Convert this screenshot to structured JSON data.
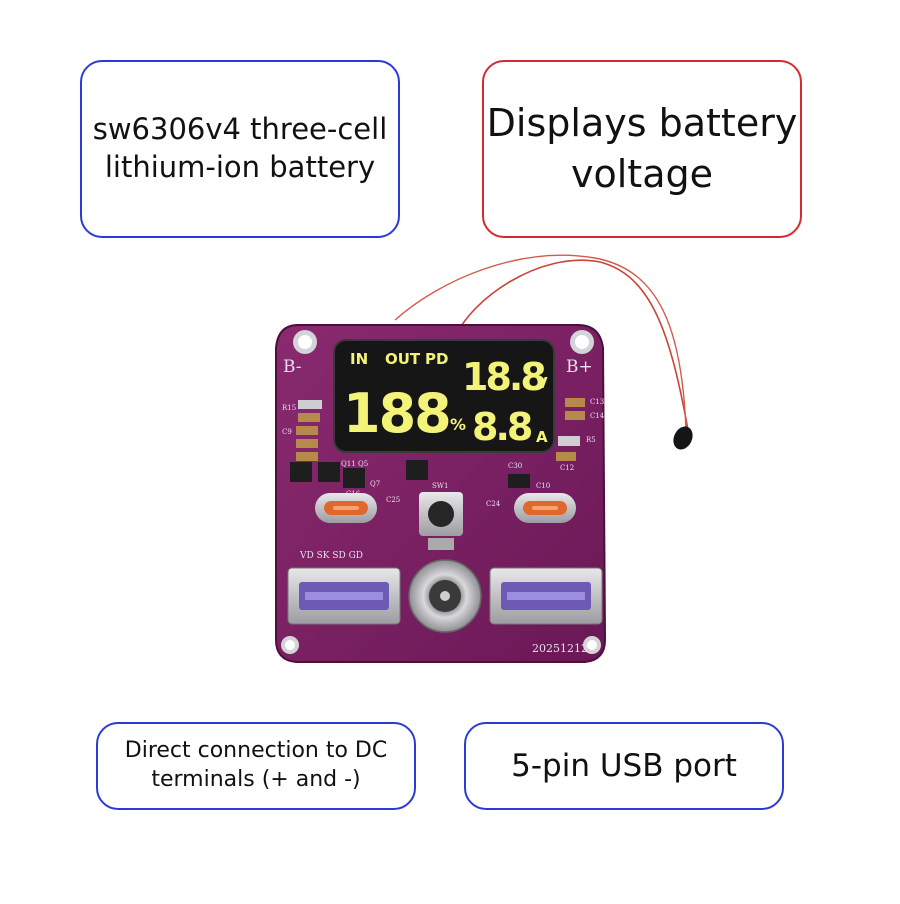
{
  "callouts": {
    "chip": {
      "line1": "sw6306v4 three-cell",
      "line2": "lithium-ion battery"
    },
    "display": {
      "line1": "Displays battery",
      "line2": "voltage"
    },
    "dc": {
      "line1": "Direct connection to DC",
      "line2": "terminals (+ and -)"
    },
    "usb": {
      "line1": "5-pin USB port"
    }
  },
  "board": {
    "pad_left": "B-",
    "pad_right": "B+",
    "date_code": "20251212",
    "pin_labels": "VD SK SD GD",
    "components": [
      "R15",
      "C9",
      "C16",
      "C13",
      "C14",
      "R5",
      "C12",
      "C30",
      "C10",
      "C24",
      "C25",
      "Q7",
      "SW1",
      "Q11",
      "Q5"
    ],
    "display": {
      "label_in": "IN",
      "label_out": "OUT",
      "label_pd": "PD",
      "percent_digits": "188",
      "percent_sign": "%",
      "voltage_digits": "18.8",
      "voltage_unit": "V",
      "current_digits": "8.8",
      "current_unit": "A"
    }
  },
  "colors": {
    "pcb": "#7b1f63",
    "pcb_dark": "#5c1349",
    "lcd_bg": "#161616",
    "segment": "#f3f37a",
    "callout_blue": "#2a3bd6",
    "callout_red": "#d62a32",
    "wire": "#c9453a"
  }
}
